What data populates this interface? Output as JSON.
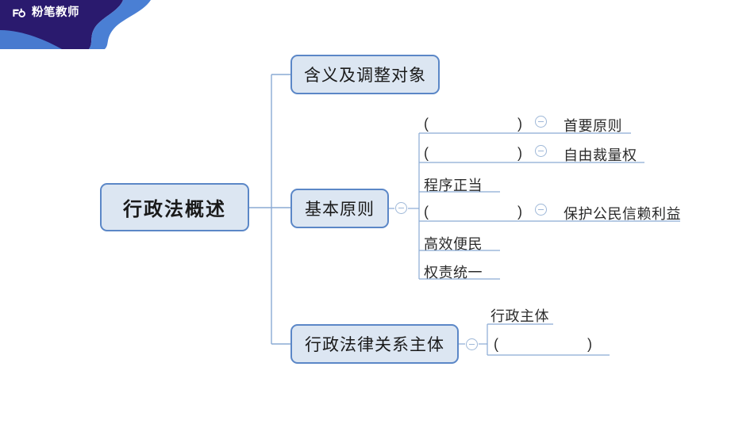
{
  "brand": {
    "name": "粉笔教师",
    "mark_icon": "fb-logo-icon",
    "banner_dark": "#2a1a6e",
    "banner_blue": "#4a7fd4"
  },
  "mindmap": {
    "root": {
      "label": "行政法概述"
    },
    "branches": [
      {
        "id": "b1",
        "label": "含义及调整对象",
        "toggle": false,
        "children": []
      },
      {
        "id": "b2",
        "label": "基本原则",
        "toggle": true,
        "toggle_icon": "collapse-minus-icon",
        "children": [
          {
            "label_open": "(",
            "label_close": ")",
            "blank": true,
            "toggle": true,
            "child": "首要原则"
          },
          {
            "label_open": "(",
            "label_close": ")",
            "blank": true,
            "toggle": true,
            "child": "自由裁量权"
          },
          {
            "label": "程序正当",
            "blank": false,
            "toggle": false,
            "child": ""
          },
          {
            "label_open": "(",
            "label_close": ")",
            "blank": true,
            "toggle": true,
            "child": "保护公民信赖利益"
          },
          {
            "label": "高效便民",
            "blank": false,
            "toggle": false,
            "child": ""
          },
          {
            "label": "权责统一",
            "blank": false,
            "toggle": false,
            "child": ""
          }
        ]
      },
      {
        "id": "b3",
        "label": "行政法律关系主体",
        "toggle": true,
        "toggle_icon": "collapse-minus-icon",
        "children": [
          {
            "label": "行政主体",
            "blank": false,
            "toggle": false,
            "child": ""
          },
          {
            "label_open": "(",
            "label_close": ")",
            "blank": true,
            "toggle": false,
            "child": ""
          }
        ]
      }
    ]
  },
  "colors": {
    "node_fill": "#dce6f2",
    "node_border": "#5b87c7",
    "wire": "#8aaad4",
    "text": "#1a1a1a"
  }
}
